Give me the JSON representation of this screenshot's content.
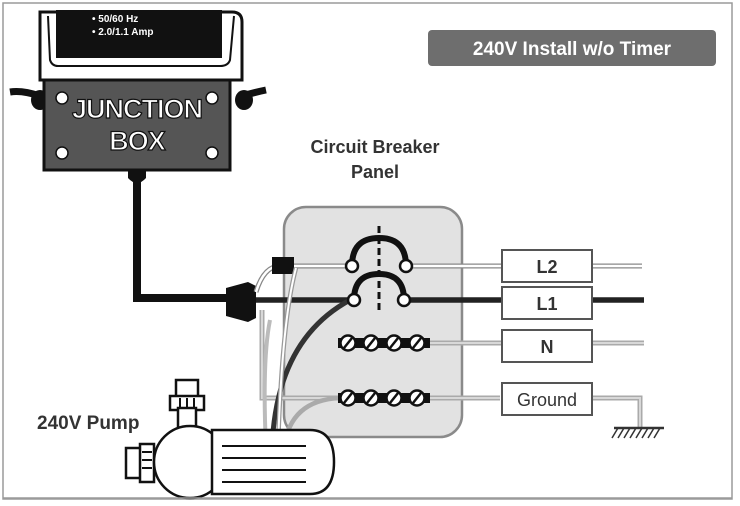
{
  "title": "240V Install w/o Timer",
  "junction_box": {
    "label_line1": "JUNCTION",
    "label_line2": "BOX",
    "spec_line1": "• 50/60 Hz",
    "spec_line2": "• 2.0/1.1 Amp"
  },
  "panel": {
    "label_line1": "Circuit Breaker",
    "label_line2": "Panel"
  },
  "terminals": {
    "l2": "L2",
    "l1": "L1",
    "n": "N",
    "ground": "Ground"
  },
  "pump_label": "240V Pump",
  "colors": {
    "title_bg": "#6e6e6e",
    "box_fill": "#555555",
    "panel_fill": "#e2e2e2",
    "panel_stroke": "#888888",
    "wire_l1": "#222222",
    "wire_gray": "#aaaaaa"
  }
}
